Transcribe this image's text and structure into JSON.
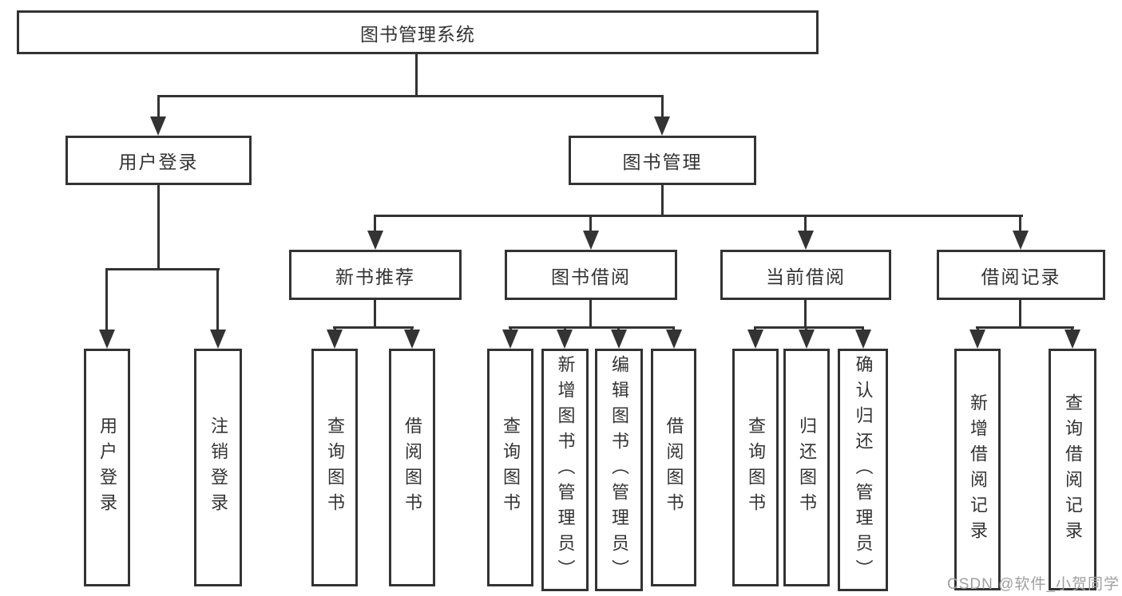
{
  "nodes": {
    "root": "图书管理系统",
    "user_login": "用户登录",
    "book_mgmt": "图书管理",
    "new_books": "新书推荐",
    "book_borrow": "图书借阅",
    "current_borrow": "当前借阅",
    "borrow_records": "借阅记录"
  },
  "leaves": {
    "user_login": [
      "用户登录",
      "注销登录"
    ],
    "new_books": [
      "查询图书",
      "借阅图书"
    ],
    "book_borrow": [
      "查询图书",
      "新增图书（管理员）",
      "编辑图书（管理员）",
      "借阅图书"
    ],
    "current_borrow": [
      "查询图书",
      "归还图书",
      "确认归还（管理员）"
    ],
    "borrow_records": [
      "新增借阅记录",
      "查询借阅记录"
    ]
  },
  "watermark": "CSDN @软件_小贺同学",
  "colors": {
    "line": "#333333",
    "text": "#333333",
    "watermark": "#9f9f9f",
    "background": "#ffffff"
  }
}
